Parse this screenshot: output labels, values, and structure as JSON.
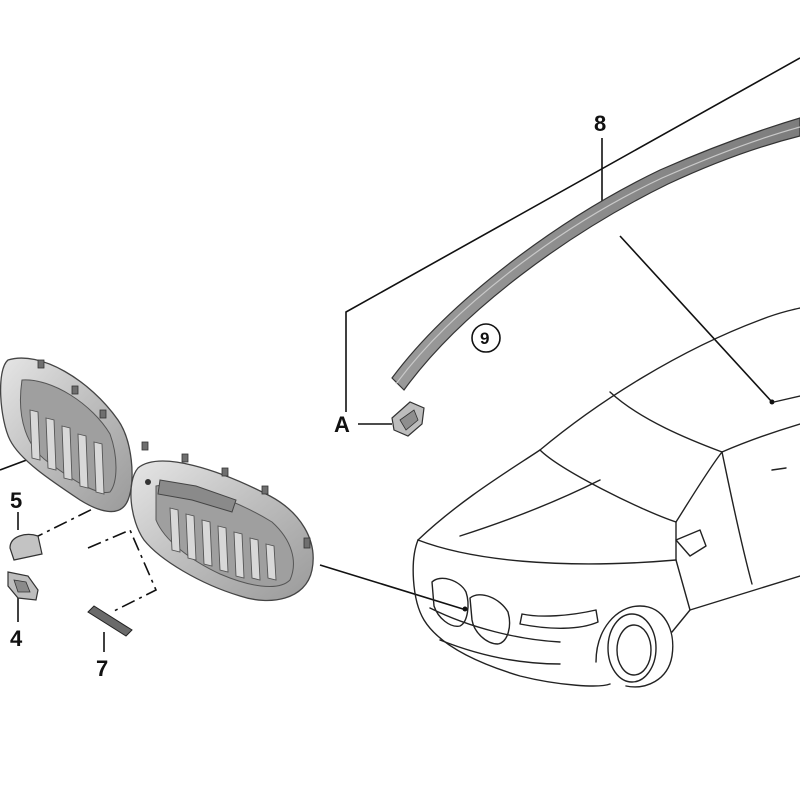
{
  "callouts": {
    "part_8": "8",
    "part_9": "9",
    "part_a": "A",
    "part_5": "5",
    "part_4": "4",
    "part_7": "7"
  },
  "colors": {
    "ink": "#111111",
    "part_fill": "#b9b9b9",
    "part_shade": "#8e8e8e",
    "background": "#ffffff"
  }
}
